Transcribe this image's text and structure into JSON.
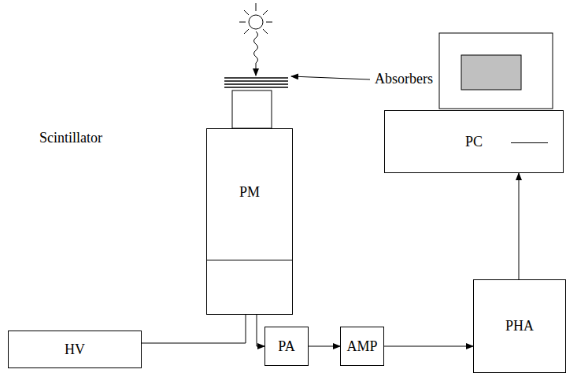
{
  "diagram": {
    "nodes": [
      {
        "text": [
          "PM"
        ]
      },
      {
        "text": [
          "PC"
        ]
      },
      {
        "text": [
          "PHA"
        ]
      },
      {
        "text": [
          "HV"
        ]
      },
      {
        "text": [
          "PA"
        ]
      },
      {
        "text": [
          "AMP"
        ]
      }
    ],
    "edges": [
      {
        "from": 3,
        "to": 0,
        "arrow": "none"
      },
      {
        "from": 0,
        "to": 4,
        "arrow": "to"
      },
      {
        "from": 4,
        "to": 5,
        "arrow": "to"
      },
      {
        "from": 5,
        "to": 2,
        "arrow": "to"
      },
      {
        "from": 2,
        "to": 1,
        "arrow": "to"
      }
    ],
    "labels": [
      "Scintillator",
      "Absorbers"
    ]
  }
}
